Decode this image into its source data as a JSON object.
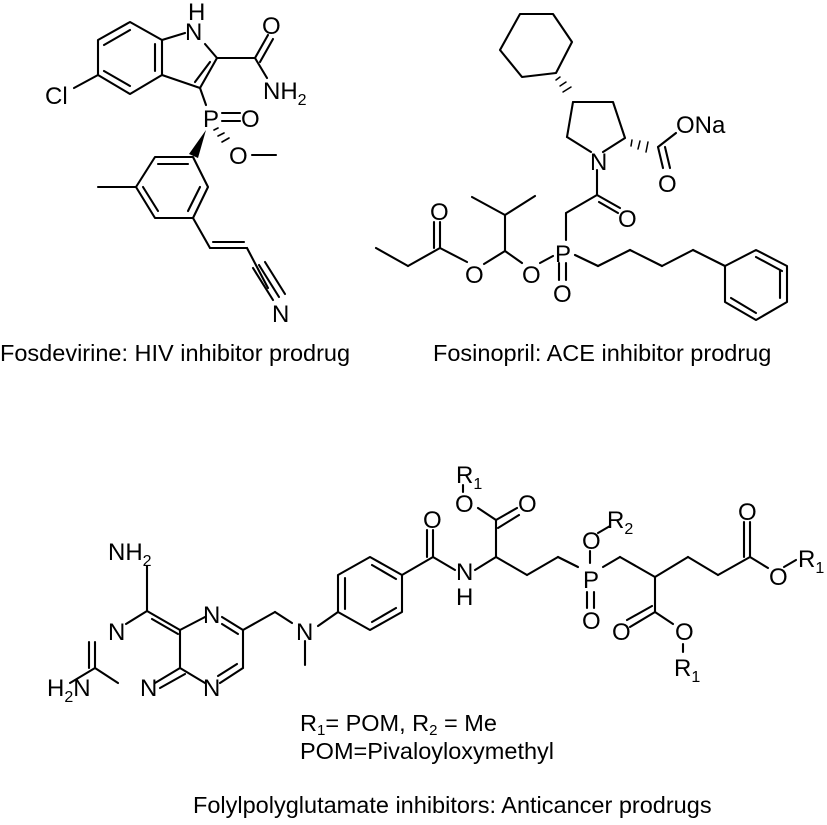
{
  "figure": {
    "background": "#ffffff",
    "ink": "#000000"
  },
  "molecules": {
    "fosdevirine": {
      "caption": "Fosdevirine: HIV inhibitor prodrug",
      "atoms": {
        "h": "H",
        "n_indole": "N",
        "o_amide": "O",
        "nh2": "NH",
        "nh2_sub": "2",
        "cl": "Cl",
        "p": "P",
        "o_double": "O",
        "o_methoxy": "O",
        "n_nitrile": "N"
      }
    },
    "fosinopril": {
      "caption": "Fosinopril: ACE inhibitor prodrug",
      "atoms": {
        "ona": "ONa",
        "n_pyrrolidine": "N",
        "o_carboxyl": "O",
        "o_amide": "O",
        "o_ester_carbonyl": "O",
        "o_ester": "O",
        "o_phosphinate": "O",
        "p": "P",
        "o_p_double": "O"
      }
    },
    "folylpolyglutamate": {
      "caption": "Folylpolyglutamate inhibitors: Anticancer prodrugs",
      "atoms": {
        "nh2_top": "NH",
        "nh2_top_sub": "2",
        "h2n": "H",
        "h2n_sub": "2",
        "h2n_n": "N",
        "n1": "N",
        "n3": "N",
        "n5": "N",
        "n8": "N",
        "n_methyl": "N",
        "o_amide": "O",
        "nh_n": "N",
        "nh_h": "H",
        "r1_top": "R",
        "r1_top_sub": "1",
        "o_top_ester": "O",
        "o_top_carbonyl": "O",
        "o_r2": "O",
        "r2": "R",
        "r2_sub": "2",
        "p": "P",
        "o_p_double": "O",
        "o_bottom_carbonyl": "O",
        "o_bottom_ester": "O",
        "r1_bottom": "R",
        "r1_bottom_sub": "1",
        "o_right_carbonyl": "O",
        "o_right_ester": "O",
        "r1_right": "R",
        "r1_right_sub": "1"
      },
      "legend": {
        "line1_r1": "R",
        "line1_r1_sub": "1",
        "line1_mid": "= POM, R",
        "line1_r2_sub": "2",
        "line1_end": " = Me",
        "line2": "POM=Pivaloyloxymethyl"
      }
    }
  }
}
